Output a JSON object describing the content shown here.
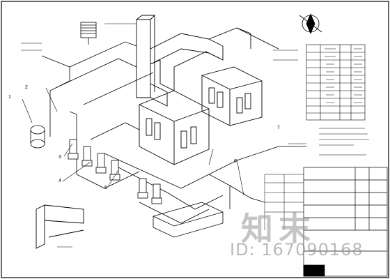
{
  "drawing": {
    "callouts": [
      "1",
      "2",
      "3",
      "4",
      "5",
      "6",
      "7"
    ],
    "title_block_rows": 7,
    "legend_rows": 10
  },
  "watermark": {
    "logo_text": "知末",
    "id_text": "ID: 167090168"
  }
}
